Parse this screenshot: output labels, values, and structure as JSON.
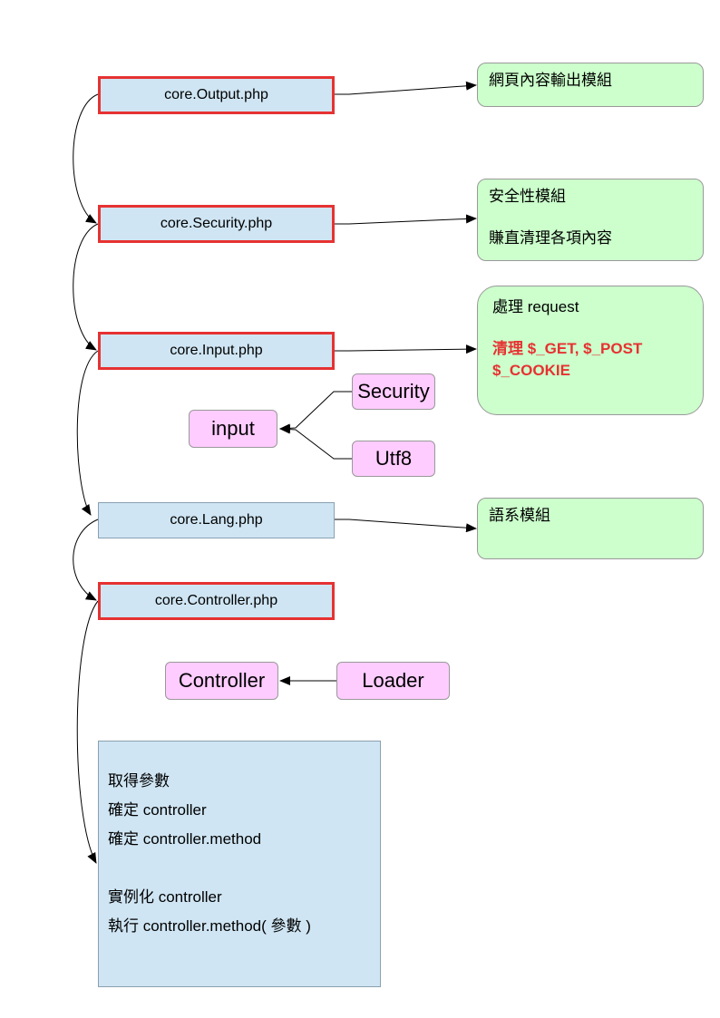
{
  "core_files": {
    "output": "core.Output.php",
    "security": "core.Security.php",
    "input": "core.Input.php",
    "lang": "core.Lang.php",
    "controller": "core.Controller.php"
  },
  "notes": {
    "output": [
      "網頁內容輸出模組"
    ],
    "security": [
      "安全性模組",
      "賺直清理各項內容"
    ],
    "input": {
      "title": "處理 request",
      "highlight": [
        "清理 $_GET, $_POST",
        "$_COOKIE"
      ]
    },
    "lang": [
      "語系模組"
    ]
  },
  "input_deps": {
    "target": "input",
    "sources": [
      "Security",
      "Utf8"
    ]
  },
  "controller_deps": {
    "target": "Controller",
    "source": "Loader"
  },
  "controller_steps": [
    "取得參數",
    "確定  controller",
    "確定  controller.method",
    "",
    "實例化  controller",
    "執行  controller.method( 參數 )"
  ],
  "colors": {
    "core_fill": "#cfe5f3",
    "core_border": "#e63232",
    "note_fill": "#ccffcc",
    "class_fill": "#ffccff",
    "highlight_text": "#e63232"
  }
}
